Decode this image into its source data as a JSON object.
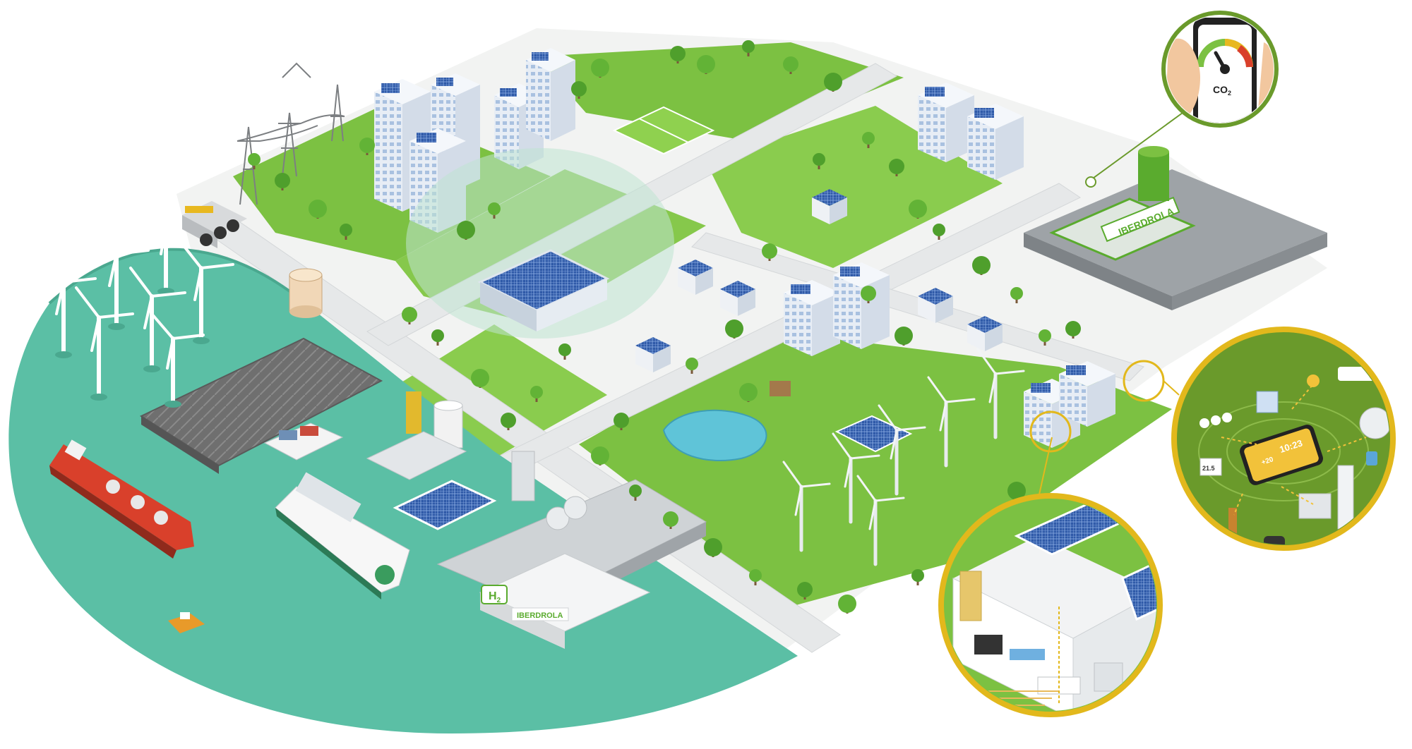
{
  "labels": {
    "co2": "CO",
    "co2_sub": "2",
    "brand_plant": "IBERDROLA",
    "brand_port": "IBERDROLA",
    "h2": "H",
    "h2_sub": "2",
    "phone_temp": "+20",
    "phone_time": "10:23",
    "panel_temp": "21.5"
  },
  "colors": {
    "sea": "#5bbfa5",
    "grass": "#7cc142",
    "road": "#e9ebec",
    "accent_ring": "#e2b81c",
    "plant_ring": "#6a9a2b",
    "brand_green": "#5aab2e",
    "solar": "#2f5aa8"
  }
}
